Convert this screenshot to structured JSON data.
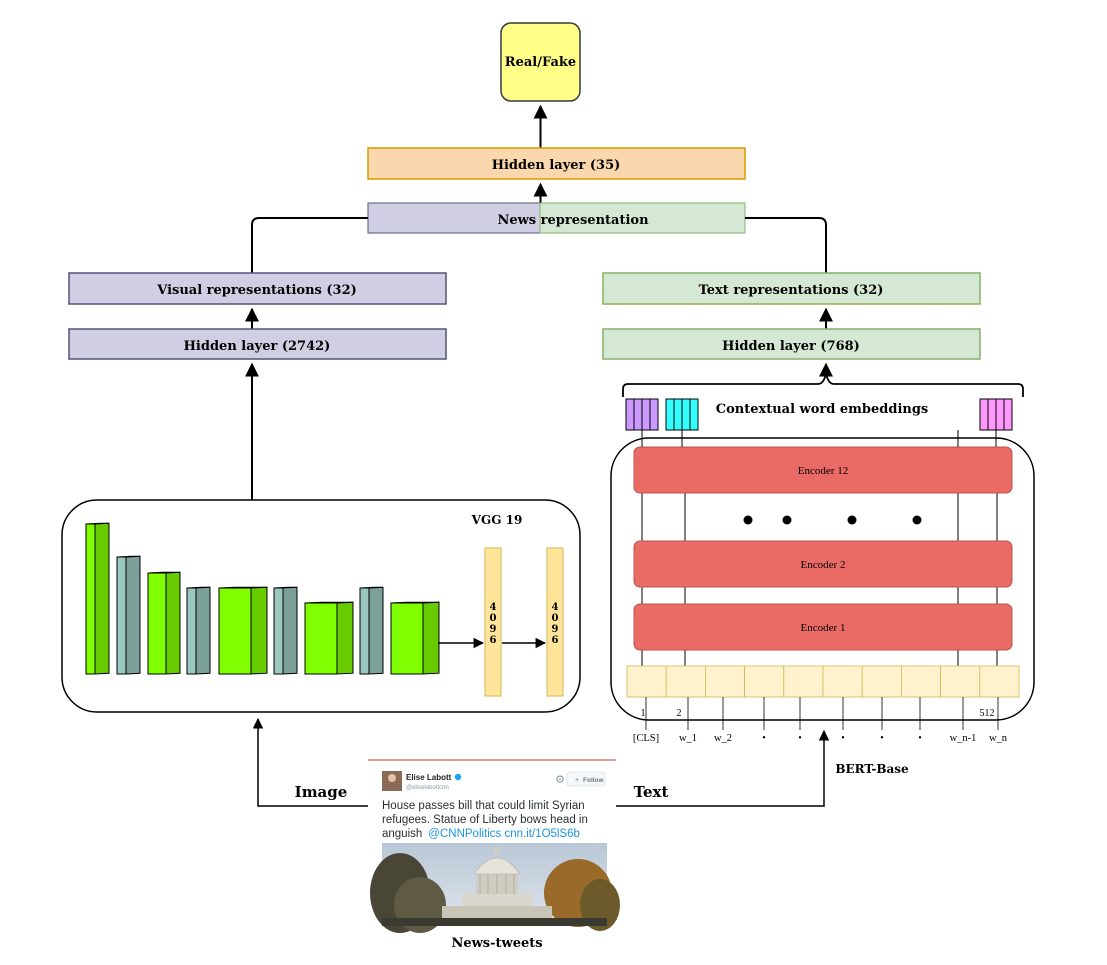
{
  "output": {
    "label": "Real/Fake"
  },
  "fusion": {
    "hidden_label": "Hidden layer (35)",
    "news_rep_left": "News ",
    "news_rep_right": "representation"
  },
  "visual": {
    "rep_label": "Visual representations (32)",
    "hidden_label": "Hidden layer (2742)",
    "vgg_title": "VGG 19",
    "fc_digits": [
      "4",
      "0",
      "9",
      "6"
    ]
  },
  "text": {
    "rep_label": "Text representations (32)",
    "hidden_label": "Hidden layer (768)",
    "embeddings_label": "Contextual word embeddings",
    "encoders": [
      "Encoder 12",
      "Encoder 2",
      "Encoder 1"
    ],
    "bert_label": "BERT-Base",
    "position_labels": [
      "1",
      "2",
      "512"
    ],
    "token_labels": [
      "[CLS]",
      "w_1",
      "w_2",
      "•",
      "•",
      "•",
      "•",
      "•",
      "w_n-1",
      "w_n"
    ]
  },
  "inputs": {
    "image_label": "Image",
    "text_label": "Text",
    "caption": "News-tweets"
  },
  "tweet": {
    "author": "Elise Labott",
    "handle": "@eliselabottcnn",
    "follow_label": "Follow",
    "text_line1": "House passes bill that could limit Syrian",
    "text_line2": "refugees. Statue of Liberty bows head in",
    "text_line3": "anguish",
    "link": "@CNNPolitics cnn.it/1O5lS6b",
    "icons": [
      "verified-badge-icon",
      "gear-icon",
      "add-user-icon"
    ]
  },
  "colors": {
    "output_fill": "#ffff88",
    "fusion_hidden_fill": "#fad7ac",
    "fusion_hidden_stroke": "#d79b00",
    "visual_fill": "#d0cee2",
    "visual_stroke": "#56517e",
    "text_fill": "#d5e8d4",
    "text_stroke": "#82b366",
    "encoder_fill": "#ea6b66",
    "token_fill": "#fff2cc",
    "cnn_green": "#80ff00",
    "cnn_teal": "#9ac7bf",
    "fc_fill": "#ffe599",
    "emb_purple": "#cc99ff",
    "emb_cyan": "#33ffff",
    "emb_pink": "#ff99ff",
    "tweet_link": "#1b95e0"
  }
}
